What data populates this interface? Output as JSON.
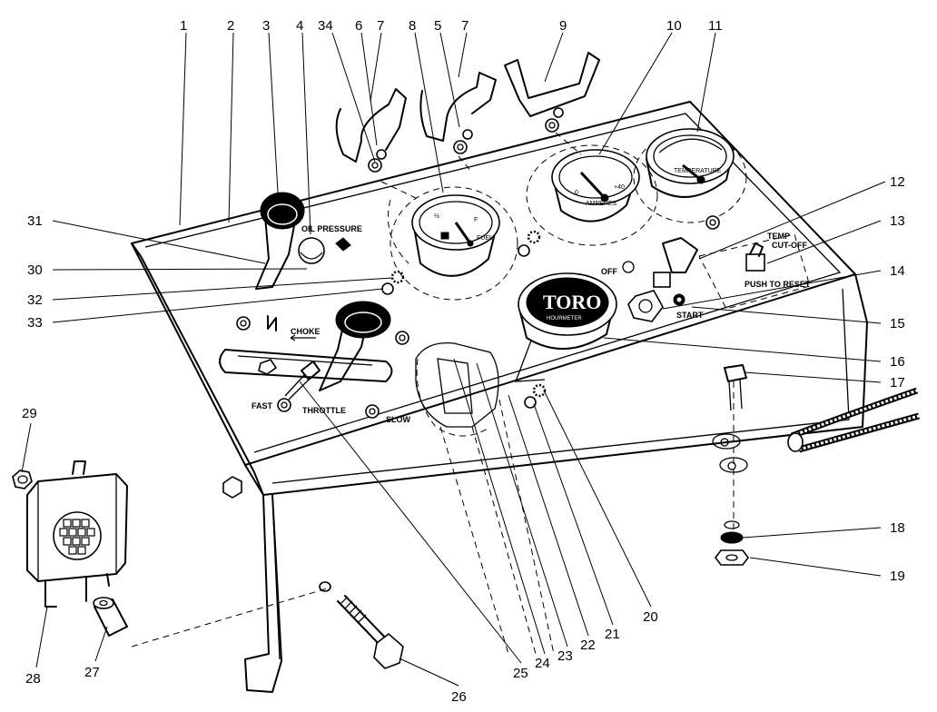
{
  "callouts": [
    "1",
    "2",
    "3",
    "4",
    "34",
    "6",
    "7",
    "8",
    "5",
    "7",
    "9",
    "10",
    "11",
    "12",
    "13",
    "14",
    "15",
    "16",
    "17",
    "18",
    "19",
    "20",
    "21",
    "22",
    "23",
    "24",
    "25",
    "26",
    "27",
    "28",
    "29",
    "30",
    "31",
    "32",
    "33"
  ],
  "panel_labels": {
    "oil_pressure": "OIL PRESSURE",
    "choke": "CHOKE",
    "throttle": "THROTTLE",
    "fast": "FAST",
    "slow": "SLOW",
    "off": "OFF",
    "start": "START",
    "temp_cutoff_1": "TEMP",
    "temp_cutoff_2": "CUT-OFF",
    "push_to_reset": "PUSH TO RESET",
    "fuel": "FUEL",
    "fuel_half": "½",
    "fuel_full": "F",
    "amperes": "AMPERES",
    "amp_neg": "0",
    "amp_pos": "+40",
    "temperature": "TEMPERATURE",
    "toro_brand": "TORO",
    "toro_sub": "HOURMETER"
  }
}
